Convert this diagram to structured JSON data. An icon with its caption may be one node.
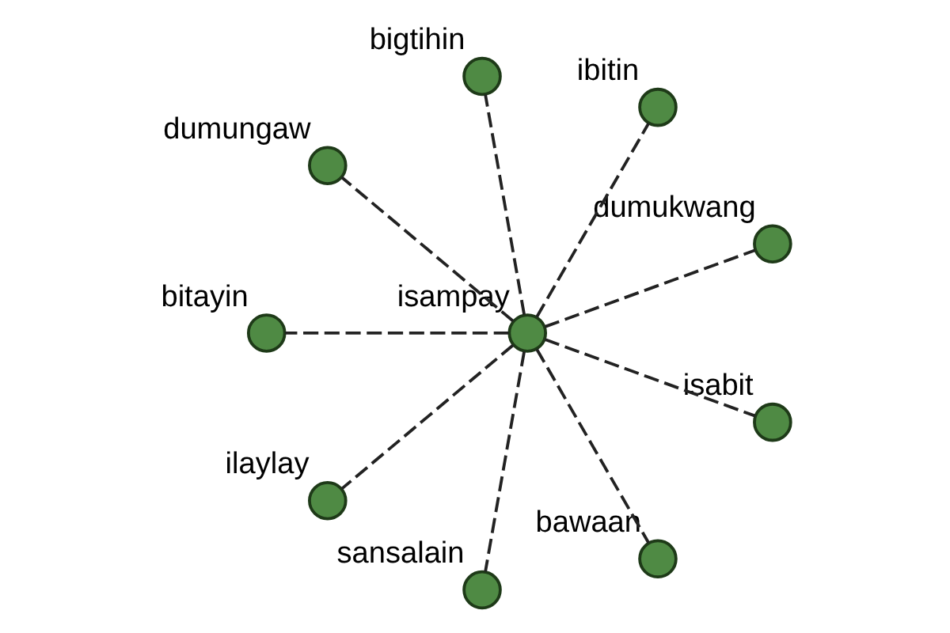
{
  "diagram": {
    "nodes": [
      {
        "text": [
          "isampay"
        ]
      },
      {
        "text": [
          "dumukwang"
        ]
      },
      {
        "text": [
          "ibitin"
        ]
      },
      {
        "text": [
          "bigtihin"
        ]
      },
      {
        "text": [
          "dumungaw"
        ]
      },
      {
        "text": [
          "bitayin"
        ]
      },
      {
        "text": [
          "ilaylay"
        ]
      },
      {
        "text": [
          "sansalain"
        ]
      },
      {
        "text": [
          "bawaan"
        ]
      },
      {
        "text": [
          "isabit"
        ]
      }
    ],
    "edges": [
      {
        "from": 0,
        "to": 1,
        "arrow": "none",
        "style": "dashed"
      },
      {
        "from": 0,
        "to": 2,
        "arrow": "none",
        "style": "dashed"
      },
      {
        "from": 0,
        "to": 3,
        "arrow": "none",
        "style": "dashed"
      },
      {
        "from": 0,
        "to": 4,
        "arrow": "none",
        "style": "dashed"
      },
      {
        "from": 0,
        "to": 5,
        "arrow": "none",
        "style": "dashed"
      },
      {
        "from": 0,
        "to": 6,
        "arrow": "none",
        "style": "dashed"
      },
      {
        "from": 0,
        "to": 7,
        "arrow": "none",
        "style": "dashed"
      },
      {
        "from": 0,
        "to": 8,
        "arrow": "none",
        "style": "dashed"
      },
      {
        "from": 0,
        "to": 9,
        "arrow": "none",
        "style": "dashed"
      }
    ]
  }
}
